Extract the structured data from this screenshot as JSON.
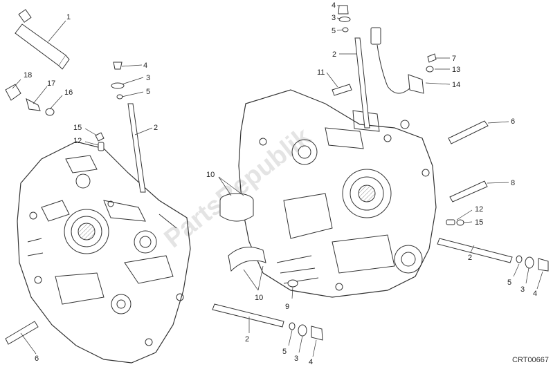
{
  "diagram": {
    "reference_code": "CRT00667",
    "watermark": "PartsRepublik",
    "callouts": [
      "1",
      "2",
      "3",
      "4",
      "5",
      "6",
      "7",
      "8",
      "9",
      "10",
      "11",
      "12",
      "13",
      "14",
      "15",
      "16",
      "17",
      "18"
    ]
  }
}
